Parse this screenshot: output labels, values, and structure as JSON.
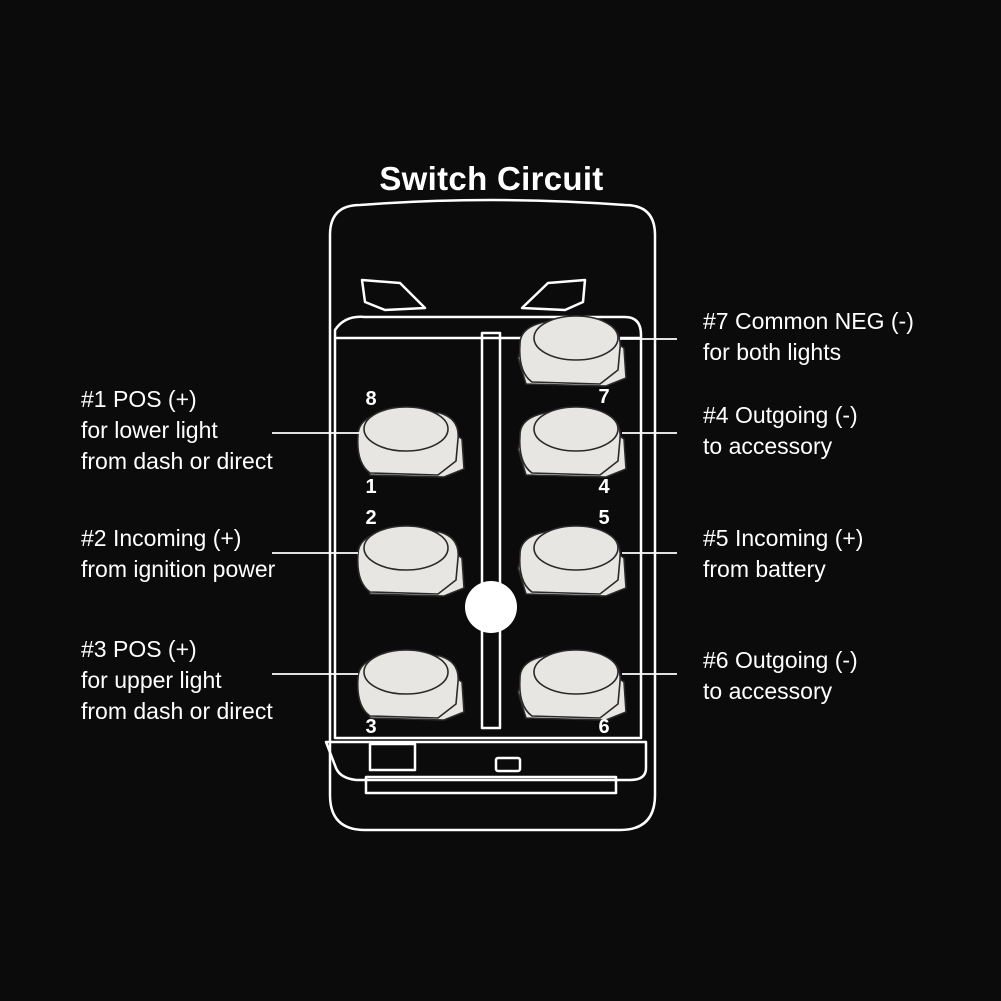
{
  "title": "Switch Circuit",
  "pins": {
    "p1": "1",
    "p2": "2",
    "p3": "3",
    "p4": "4",
    "p5": "5",
    "p6": "6",
    "p7": "7",
    "p8": "8"
  },
  "labels": {
    "pin1": [
      "#1 POS (+)",
      "for lower light",
      "from dash or direct"
    ],
    "pin2": [
      "#2 Incoming (+)",
      "from ignition power"
    ],
    "pin3": [
      "#3 POS (+)",
      "for upper light",
      "from dash or direct"
    ],
    "pin7": [
      "#7 Common NEG (-)",
      "for both lights"
    ],
    "pin4": [
      "#4 Outgoing (-)",
      "to accessory"
    ],
    "pin5": [
      "#5 Incoming (+)",
      "from battery"
    ],
    "pin6": [
      "#6 Outgoing (-)",
      "to accessory"
    ]
  },
  "colors": {
    "background": "#0b0b0b",
    "line": "#ffffff",
    "terminal_fill": "#e8e6e3"
  }
}
